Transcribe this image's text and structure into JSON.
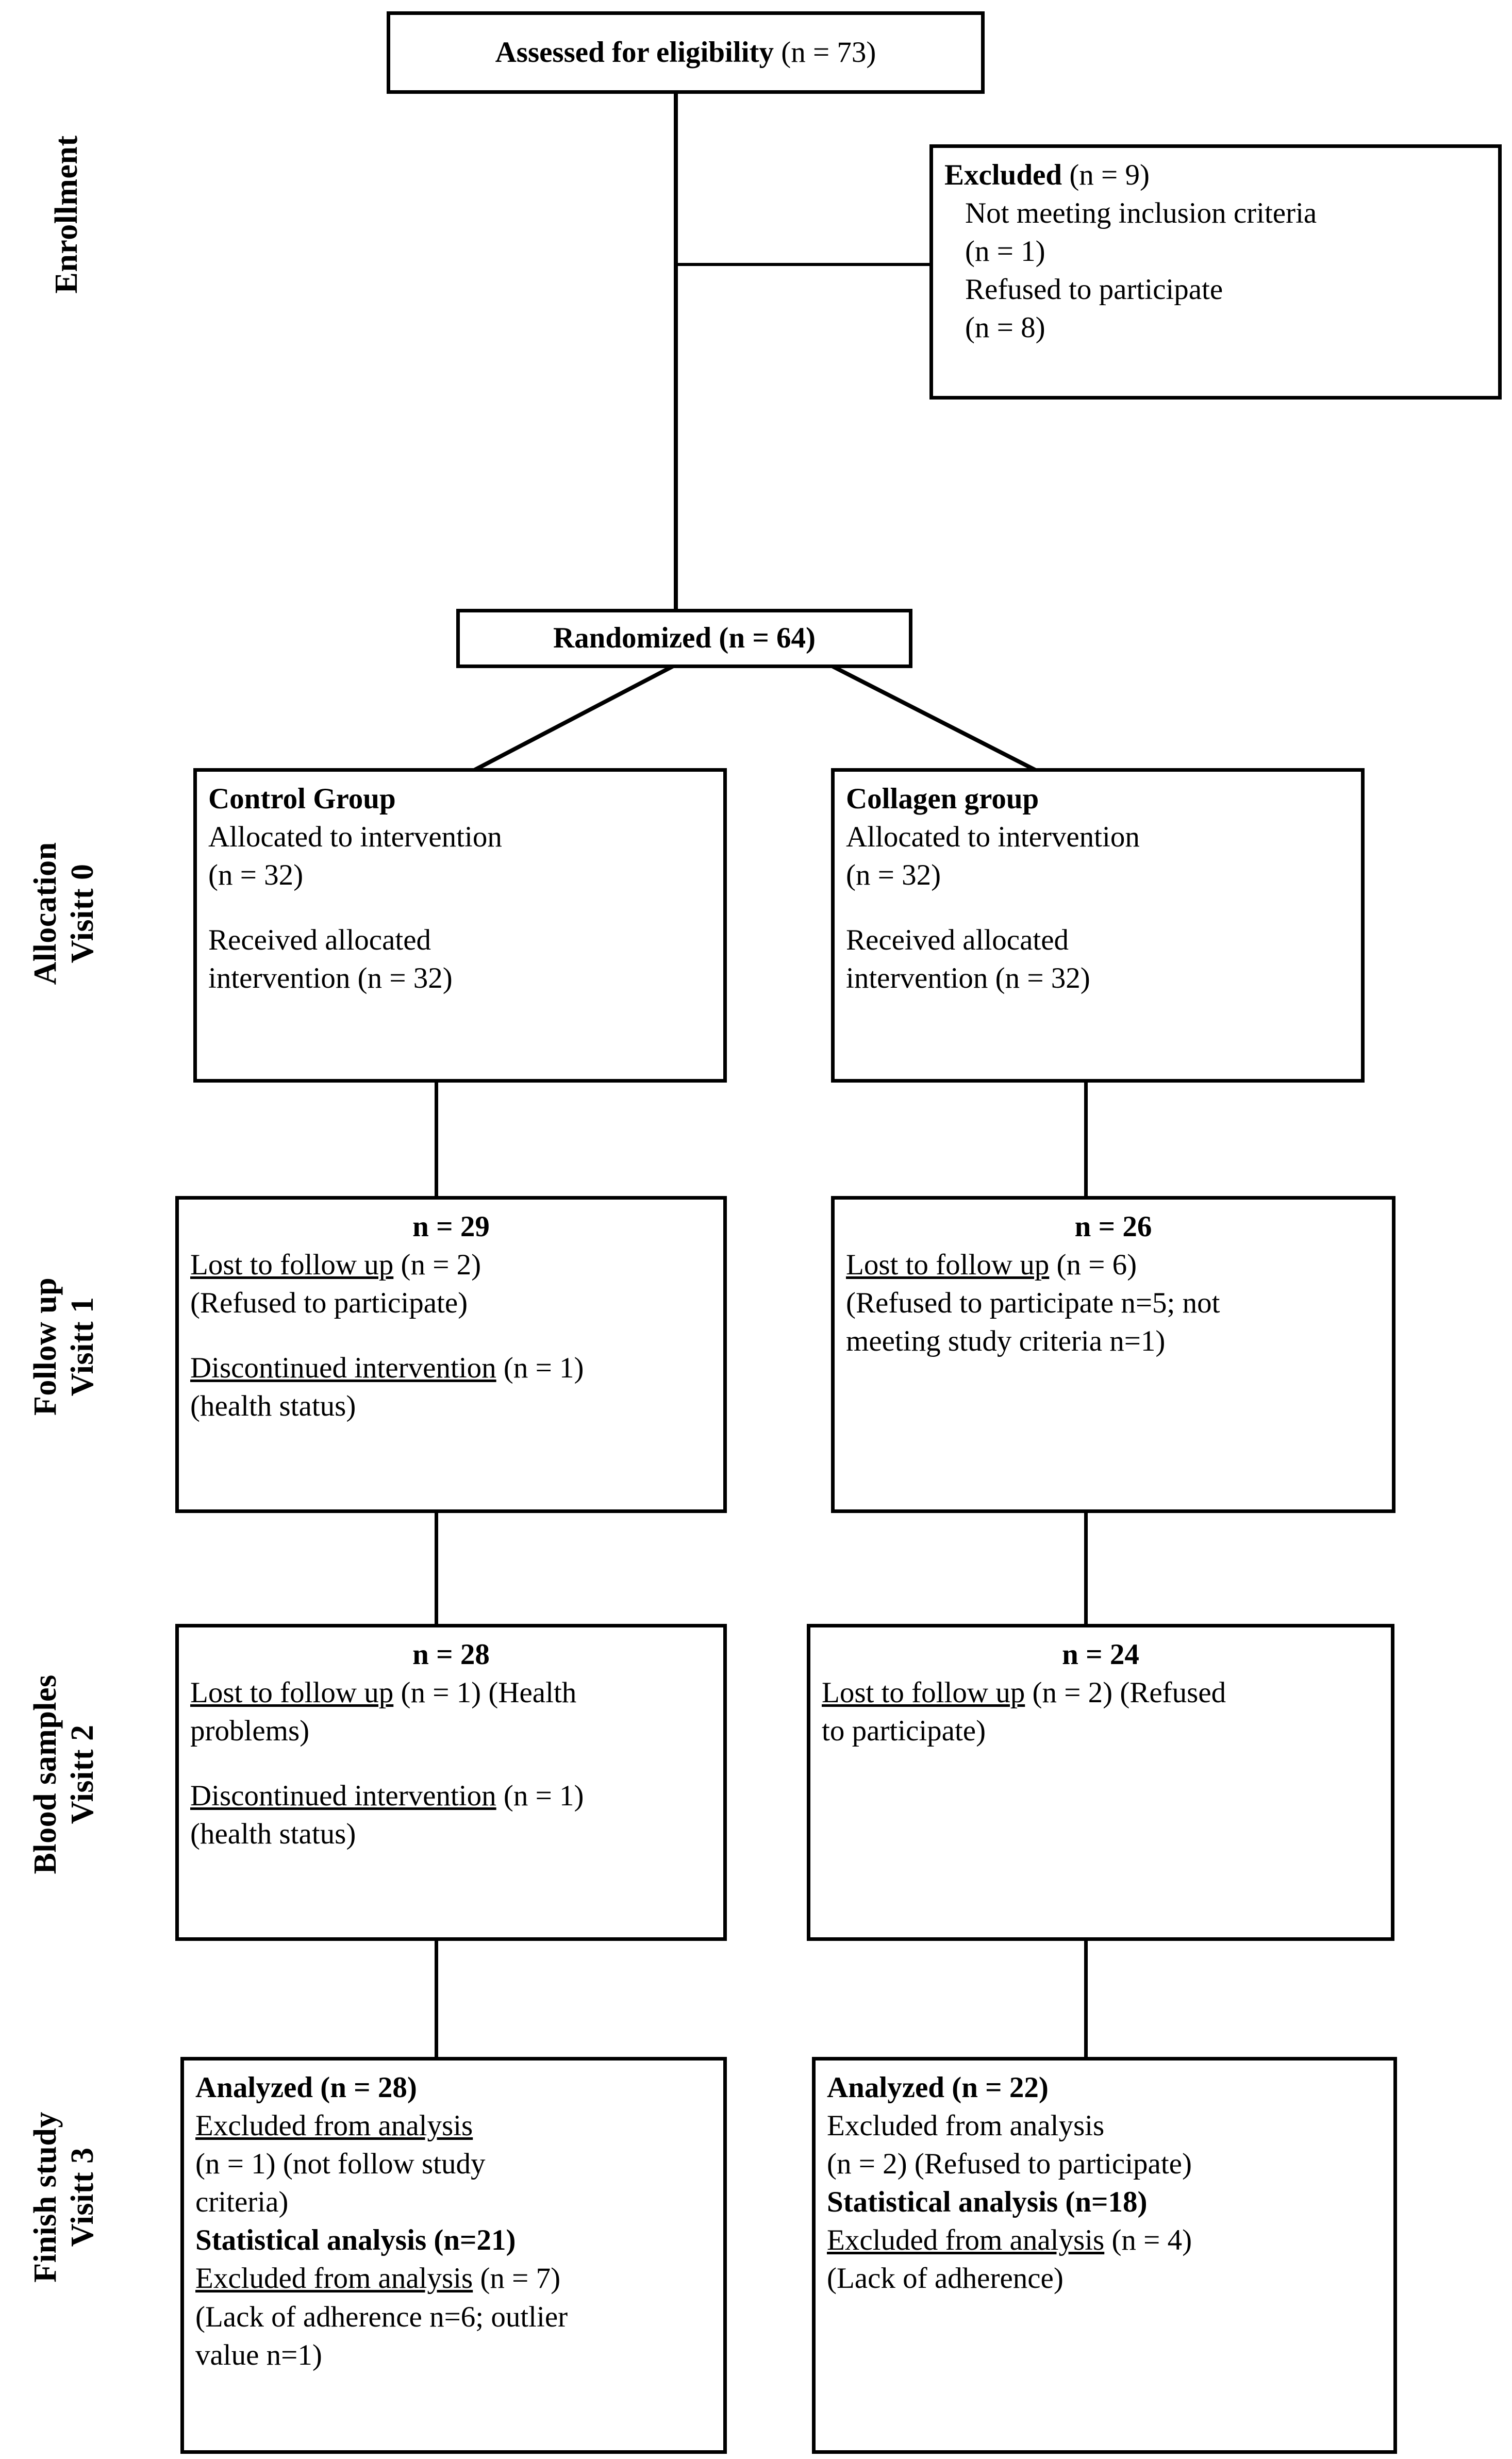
{
  "diagram": {
    "type": "CONSORT participant flow diagram",
    "stages": [
      {
        "id": "enrollment",
        "line1": "Enrollment",
        "line2": ""
      },
      {
        "id": "allocation",
        "line1": "Allocation",
        "line2": "Visitt 0"
      },
      {
        "id": "follow-up",
        "line1": "Follow up",
        "line2": "Visitt 1"
      },
      {
        "id": "blood-samples",
        "line1": "Blood samples",
        "line2": "Visitt 2"
      },
      {
        "id": "finish-study",
        "line1": "Finish study",
        "line2": "Visitt 3"
      }
    ],
    "nodes": {
      "eligibility": {
        "bold_text": "Assessed for eligibility",
        "plain_text": " (n = 73)"
      },
      "excluded": {
        "heading_bold": "Excluded",
        "heading_plain": " (n = 9)",
        "line1": "Not meeting inclusion criteria",
        "line2": "(n = 1)",
        "line3": "Refused to participate",
        "line4": "(n = 8)"
      },
      "randomized": {
        "text": "Randomized (n = 64)"
      },
      "control_allocation": {
        "title": "Control Group",
        "line1": "Allocated to intervention",
        "line2": "(n = 32)",
        "line3": "Received allocated",
        "line4": "intervention (n = 32)"
      },
      "collagen_allocation": {
        "title": "Collagen group",
        "line1": "Allocated to intervention",
        "line2": "(n = 32)",
        "line3": "Received allocated",
        "line4": "intervention (n = 32)"
      },
      "control_followup": {
        "count": "n = 29",
        "lost_label": "Lost to follow up",
        "lost_value": " (n = 2)",
        "lost_reason": "(Refused to participate)",
        "disc_label": "Discontinued intervention",
        "disc_value": " (n = 1)",
        "disc_reason": "(health status)"
      },
      "collagen_followup": {
        "count": "n = 26",
        "lost_label": "Lost to follow up",
        "lost_value": " (n = 6)",
        "lost_reason_a": "(Refused to participate n=5; not",
        "lost_reason_b": "meeting study criteria n=1)"
      },
      "control_blood": {
        "count": "n = 28",
        "lost_label": "Lost to follow up",
        "lost_value": " (n = 1) (Health",
        "lost_reason": "problems)",
        "disc_label": "Discontinued intervention",
        "disc_value": " (n = 1)",
        "disc_reason": "(health status)"
      },
      "collagen_blood": {
        "count": "n = 24",
        "lost_label": "Lost to follow up",
        "lost_value": " (n = 2) (Refused",
        "lost_reason": "to participate)"
      },
      "control_analysis": {
        "analyzed": "Analyzed (n = 28)",
        "excl1_label": "Excluded from analysis",
        "excl1_value": " (n = 1) (not follow study",
        "excl1_cont": "criteria)",
        "stat_label": "Statistical analysis (n=21)",
        "excl2_label": "Excluded from analysis",
        "excl2_value": " (n = 7)",
        "excl2_reason_a": "(Lack of adherence n=6; outlier",
        "excl2_reason_b": "value n=1)"
      },
      "collagen_analysis": {
        "analyzed": "Analyzed (n = 22)",
        "excl1_label": "Excluded from analysis",
        "excl1_value": "(n = 2) (Refused to participate)",
        "stat_label": "Statistical analysis (n=18)",
        "excl2_label": "Excluded from analysis",
        "excl2_value": " (n = 4)",
        "excl2_reason": "(Lack of adherence)"
      }
    },
    "colors": {
      "line": "#000000",
      "background": "#ffffff",
      "text": "#000000"
    }
  }
}
